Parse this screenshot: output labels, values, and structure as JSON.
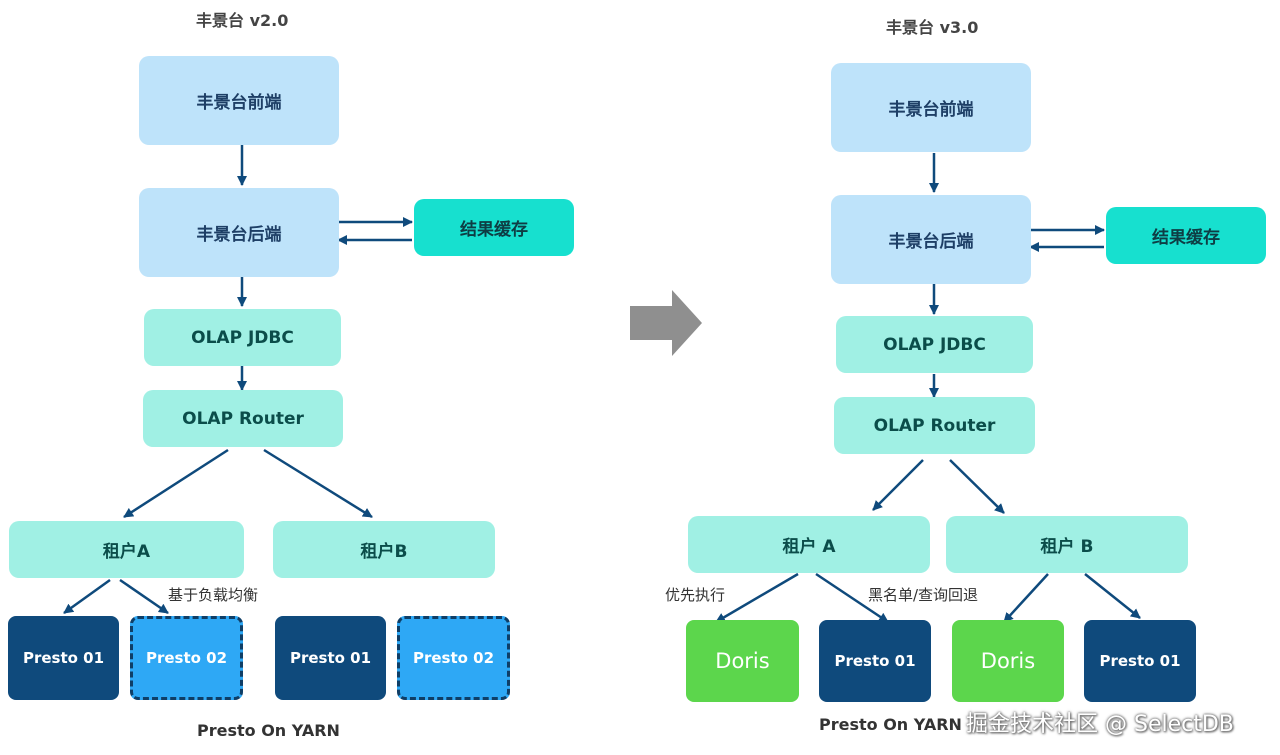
{
  "left": {
    "title": "丰景台 v2.0",
    "frontend": "丰景台前端",
    "backend": "丰景台后端",
    "cache": "结果缓存",
    "jdbc": "OLAP JDBC",
    "router": "OLAP Router",
    "tenant_a": "租户A",
    "tenant_b": "租户B",
    "note": "基于负载均衡",
    "presto_a1": "Presto 01",
    "presto_a2": "Presto 02",
    "presto_b1": "Presto 01",
    "presto_b2": "Presto 02",
    "footer": "Presto On YARN"
  },
  "right": {
    "title": "丰景台 v3.0",
    "frontend": "丰景台前端",
    "backend": "丰景台后端",
    "cache": "结果缓存",
    "jdbc": "OLAP JDBC",
    "router": "OLAP Router",
    "tenant_a": "租户 A",
    "tenant_b": "租户 B",
    "note_priority": "优先执行",
    "note_fallback": "黑名单/查询回退",
    "doris_a": "Doris",
    "presto_a": "Presto 01",
    "doris_b": "Doris",
    "presto_b": "Presto 01",
    "footer": "Presto On YARN"
  },
  "watermark": "掘金技术社区 @ SelectDB",
  "colors": {
    "arrow": "#0f4a7c",
    "transition_arrow": "#8f8f8f"
  }
}
